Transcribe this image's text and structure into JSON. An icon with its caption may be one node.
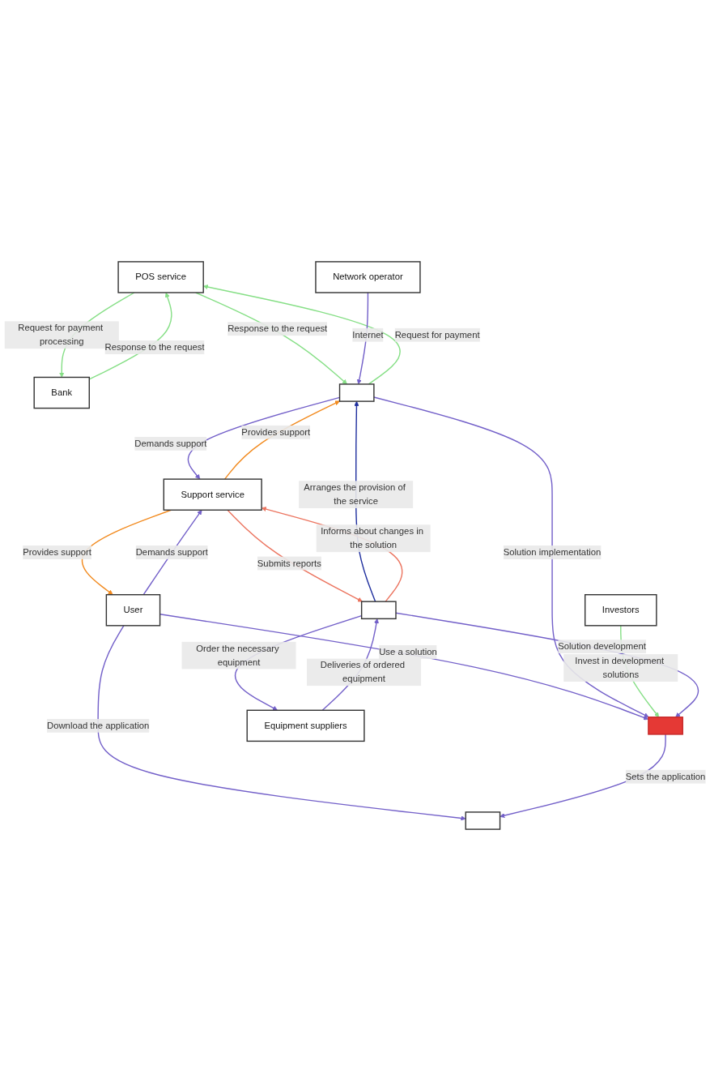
{
  "diagram": {
    "nodes": [
      {
        "text": [
          "POS service"
        ]
      },
      {
        "text": [
          "User"
        ]
      },
      {
        "text": [],
        "shape": "box"
      },
      {
        "text": [
          "Bank"
        ]
      },
      {
        "text": [
          "Support service"
        ]
      },
      {
        "text": [],
        "shape": "box"
      },
      {
        "text": [],
        "shape": "box"
      },
      {
        "text": [
          "Investors"
        ]
      },
      {
        "text": [
          "Network operator"
        ]
      },
      {
        "text": [],
        "shape": "box"
      },
      {
        "text": [
          "Equipment suppliers"
        ]
      }
    ],
    "edges": [
      {
        "from": 0,
        "to": 5,
        "arrow": "to",
        "label": "Response to the request",
        "color": "#86df86"
      },
      {
        "from": 5,
        "to": 0,
        "arrow": "to",
        "label": "Request for payment",
        "color": "#86df86"
      },
      {
        "from": 0,
        "to": 3,
        "arrow": "to",
        "label": "Request for payment processing",
        "color": "#86df86"
      },
      {
        "from": 3,
        "to": 0,
        "arrow": "to",
        "label": "Response to the request",
        "color": "#86df86"
      },
      {
        "from": 4,
        "to": 1,
        "arrow": "to",
        "label": "Provides support",
        "color": "#f28a1e"
      },
      {
        "from": 1,
        "to": 4,
        "arrow": "to",
        "label": "Demands support"
      },
      {
        "from": 1,
        "to": 2,
        "arrow": "to",
        "label": "Download the application"
      },
      {
        "from": 6,
        "to": 2,
        "arrow": "to",
        "label": "Sets the application"
      },
      {
        "from": 1,
        "to": 6,
        "arrow": "to",
        "label": "Use a solution"
      },
      {
        "from": 5,
        "to": 4,
        "arrow": "to",
        "label": "Demands support"
      },
      {
        "from": 4,
        "to": 5,
        "arrow": "to",
        "label": "Provides support",
        "color": "#f28a1e"
      },
      {
        "from": 5,
        "to": 6,
        "arrow": "to",
        "label": "Solution implementation"
      },
      {
        "from": 7,
        "to": 6,
        "arrow": "to",
        "label": "Invest in development solutions",
        "color": "#86df86"
      },
      {
        "from": 8,
        "to": 5,
        "arrow": "to",
        "label": "Internet"
      },
      {
        "from": 9,
        "to": 5,
        "arrow": "to",
        "label": "Arranges the provision of the service",
        "color": "#1f2f9e"
      },
      {
        "from": 9,
        "to": 6,
        "arrow": "to",
        "label": "Solution development"
      },
      {
        "from": 9,
        "to": 4,
        "arrow": "to",
        "label": "Informs about changes in the solution",
        "color": "#ec7560"
      },
      {
        "from": 4,
        "to": 9,
        "arrow": "to",
        "label": "Submits reports",
        "color": "#ec7560"
      },
      {
        "from": 9,
        "to": 10,
        "arrow": "to",
        "label": "Order the necessary equipment"
      },
      {
        "from": 10,
        "to": 9,
        "arrow": "to",
        "label": "Deliveries of ordered equipment"
      }
    ]
  }
}
